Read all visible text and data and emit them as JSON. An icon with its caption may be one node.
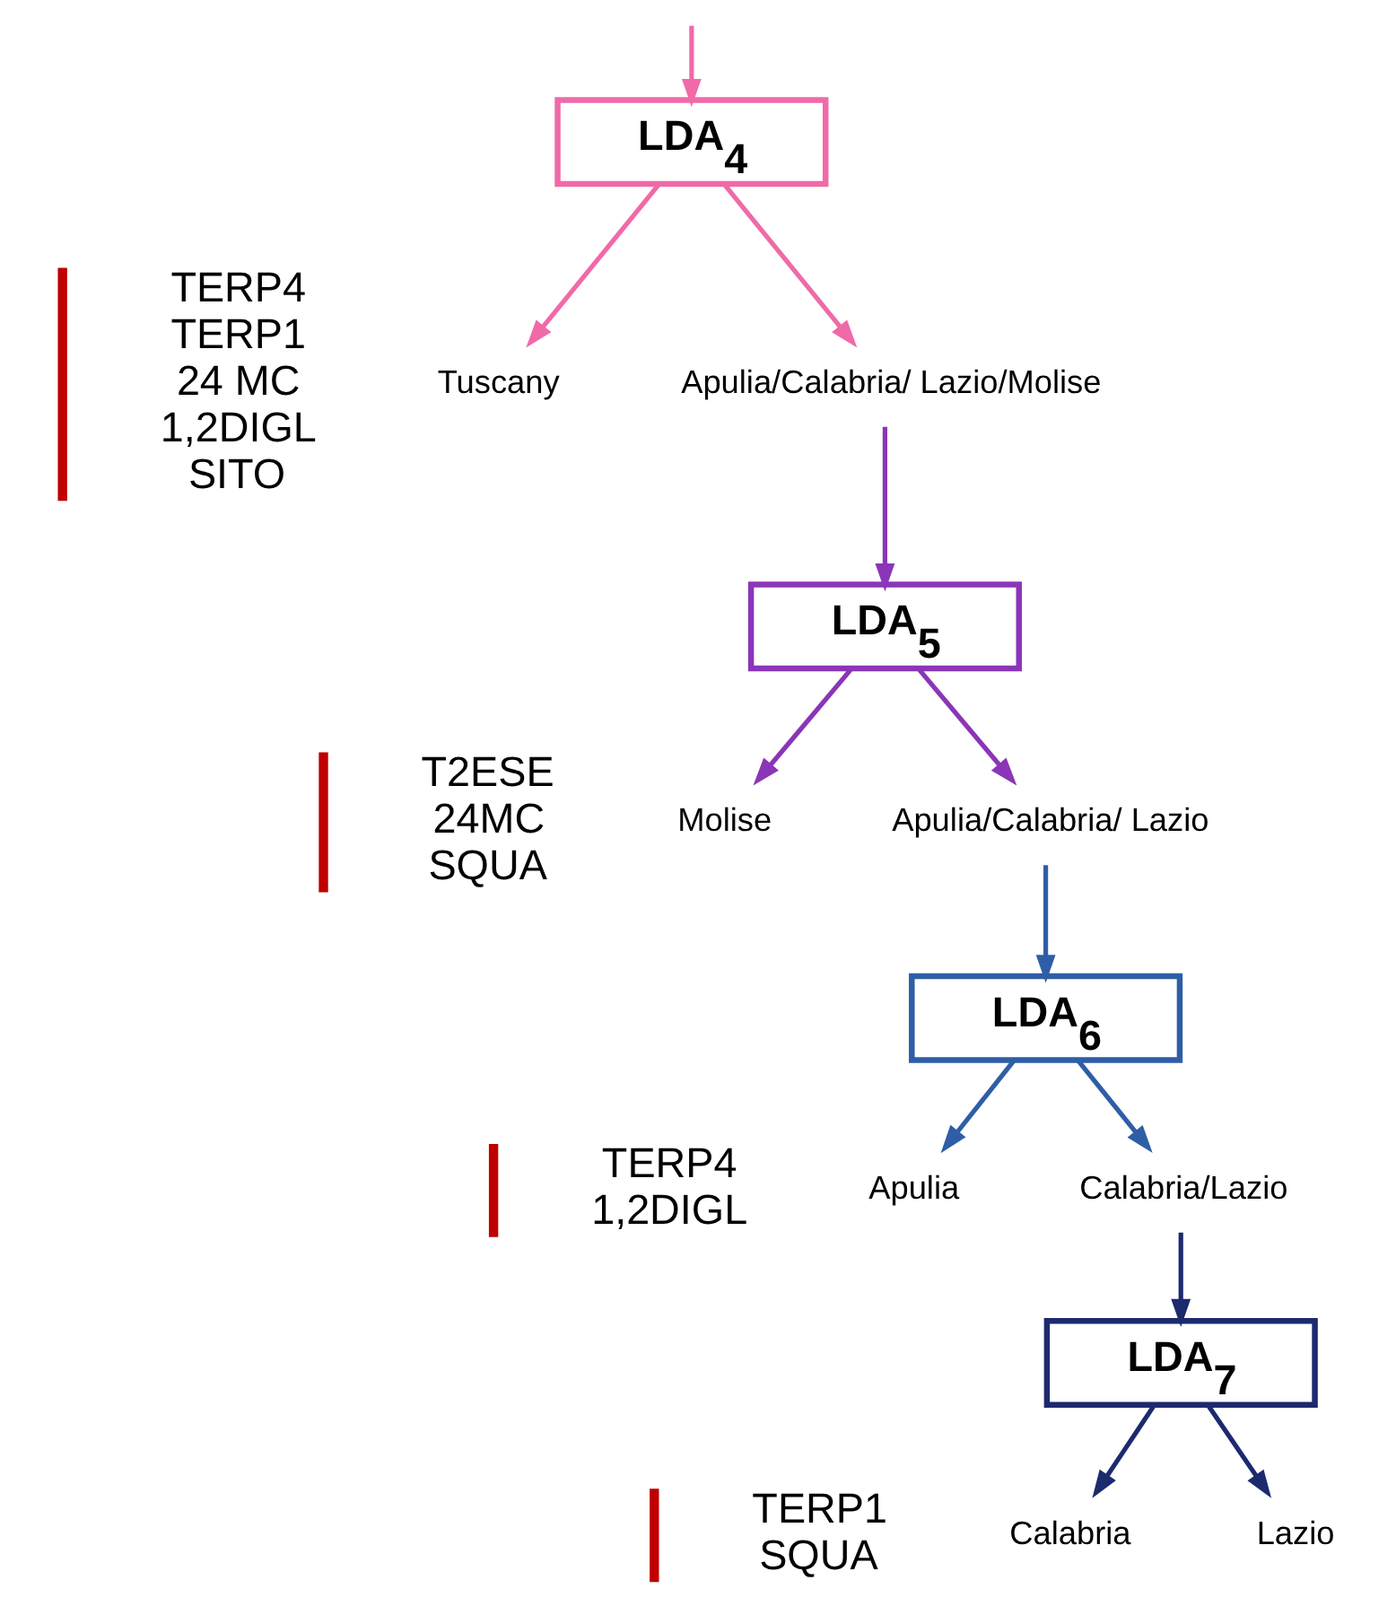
{
  "diagram": {
    "nodes": [
      {
        "text": [
          "LDA$_{4}$"
        ]
      },
      {
        "text": [
          "Tuscany"
        ]
      },
      {
        "text": [
          "Apulia/Calabria/ Lazio/Molise"
        ]
      },
      {
        "text": [
          "LDA$_{5}$"
        ]
      },
      {
        "text": [
          "Molise"
        ]
      },
      {
        "text": [
          "Apulia/Calabria/ Lazio"
        ]
      },
      {
        "text": [
          "LDA$_{6}$"
        ]
      },
      {
        "text": [
          "Apulia"
        ]
      },
      {
        "text": [
          "Calabria/Lazio"
        ]
      },
      {
        "text": [
          "LDA$_{7}$"
        ]
      },
      {
        "text": [
          "Calabria"
        ]
      },
      {
        "text": [
          "Lazio"
        ]
      }
    ],
    "edges": [
      {
        "from": null,
        "to": 0,
        "arrow": "to",
        "color": "#f06aa8"
      },
      {
        "from": 0,
        "to": 1,
        "arrow": "to",
        "color": "#f06aa8"
      },
      {
        "from": 0,
        "to": 2,
        "arrow": "to",
        "color": "#f06aa8"
      },
      {
        "from": 2,
        "to": 3,
        "arrow": "to",
        "color": "#8b35b8"
      },
      {
        "from": 3,
        "to": 4,
        "arrow": "to",
        "color": "#8b35b8"
      },
      {
        "from": 3,
        "to": 5,
        "arrow": "to",
        "color": "#8b35b8"
      },
      {
        "from": 5,
        "to": 6,
        "arrow": "to",
        "color": "#2e5ea6"
      },
      {
        "from": 6,
        "to": 7,
        "arrow": "to",
        "color": "#2e5ea6"
      },
      {
        "from": 6,
        "to": 8,
        "arrow": "to",
        "color": "#2e5ea6"
      },
      {
        "from": 8,
        "to": 9,
        "arrow": "to",
        "color": "#1c2a6e"
      },
      {
        "from": 9,
        "to": 10,
        "arrow": "to",
        "color": "#1c2a6e"
      },
      {
        "from": 9,
        "to": 11,
        "arrow": "to",
        "color": "#1c2a6e"
      }
    ],
    "labels": [
      "TERP4",
      "TERP1",
      "24 MC",
      "1,2DIGL",
      "SITO",
      "T2ESE",
      "24MC",
      "SQUA",
      "TERP4",
      "1,2DIGL",
      "TERP1",
      "SQUA"
    ]
  }
}
